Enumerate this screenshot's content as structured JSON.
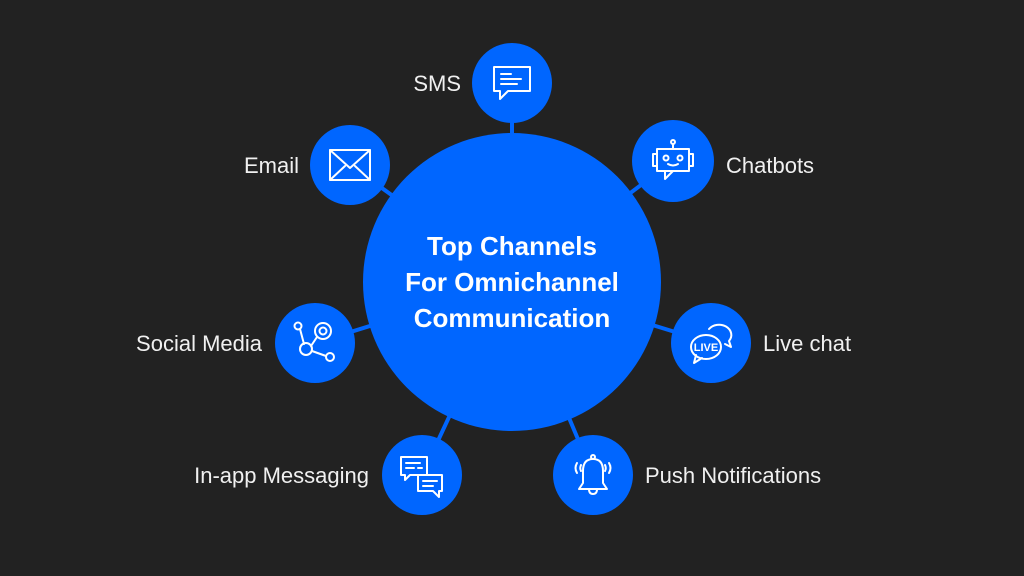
{
  "title": "Top Channels For Omnichannel Communication",
  "title_lines": [
    "Top Channels",
    "For Omnichannel",
    "Communication"
  ],
  "colors": {
    "background": "#222222",
    "accent": "#0066ff",
    "text": "#f0f0f0"
  },
  "channels": [
    {
      "label": "SMS",
      "icon": "sms-chat-bubble-icon"
    },
    {
      "label": "Email",
      "icon": "envelope-icon"
    },
    {
      "label": "Chatbots",
      "icon": "robot-icon"
    },
    {
      "label": "Social Media",
      "icon": "social-network-icon"
    },
    {
      "label": "Live chat",
      "icon": "live-chat-icon"
    },
    {
      "label": "In-app Messaging",
      "icon": "messages-icon"
    },
    {
      "label": "Push Notifications",
      "icon": "bell-icon"
    }
  ]
}
